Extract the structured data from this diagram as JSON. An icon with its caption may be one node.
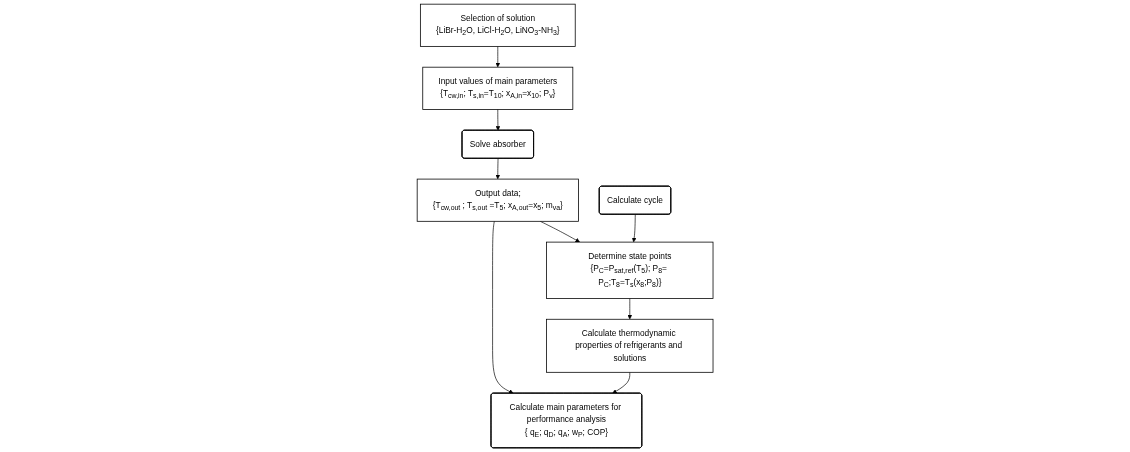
{
  "diagram": {
    "nodes": [
      {
        "text": [
          "Selection of solution",
          "{LiBr-H$_{2}$O, LiCl-H$_{2}$O, LiNO$_{3}$-NH$_{3}$}"
        ]
      },
      {
        "text": [
          "Input values of main parameters",
          "{T$_{cw,in}$; T$_{s,in}$=T$_{10}$; x$_{A,in}$=x$_{10}$; P$_{v}$}"
        ]
      },
      {
        "text": [
          "Solve absorber"
        ]
      },
      {
        "text": [
          "Output data;",
          "{T$_{cw,out}$ ; T$_{s,out}$ =T$_{5}$; x$_{A,out}$=x$_{5}$; m$_{va}$}"
        ]
      },
      {
        "text": [
          "Calculate cycle"
        ]
      },
      {
        "text": [
          "Determine state points",
          "{P$_{C}$=P$_{sat,ref}$(T$_{5}$); P$_{8}$= P$_{C}$;T$_{8}$=T$_{s}$(x$_{8}$;P$_{8}$)}"
        ]
      },
      {
        "text": [
          "Calculate thermodynamic properties of refrigerants and solutions"
        ]
      },
      {
        "text": [
          "Calculate main parameters for performance analysis",
          "{ q$_{E}$; q$_{D}$; q$_{A}$; w$_{P}$; COP}"
        ]
      }
    ],
    "edges": [
      {
        "from": 0,
        "to": 1,
        "arrow": "to"
      },
      {
        "from": 1,
        "to": 2,
        "arrow": "to"
      },
      {
        "from": 2,
        "to": 3,
        "arrow": "to"
      },
      {
        "from": 3,
        "to": 5,
        "arrow": "to"
      },
      {
        "from": 3,
        "to": 7,
        "arrow": "to"
      },
      {
        "from": 4,
        "to": 5,
        "arrow": "to"
      },
      {
        "from": 5,
        "to": 6,
        "arrow": "to"
      },
      {
        "from": 6,
        "to": 7,
        "arrow": "to"
      }
    ]
  }
}
